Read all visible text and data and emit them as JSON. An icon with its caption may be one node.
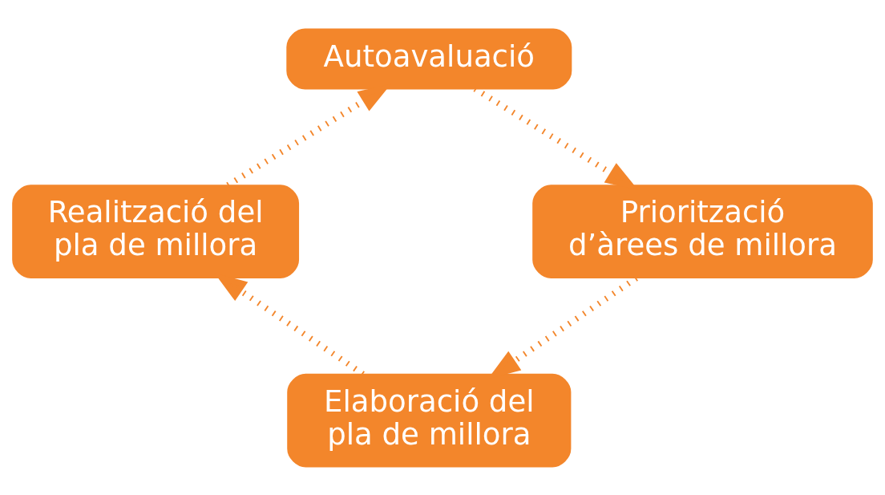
{
  "diagram": {
    "nodes": [
      {
        "text": [
          "Autoavaluació"
        ]
      },
      {
        "text": [
          "Priorització d’àrees de millora"
        ]
      },
      {
        "text": [
          "Elaboració del pla de millora"
        ]
      },
      {
        "text": [
          "Realització del pla de millora"
        ]
      }
    ],
    "edges": [
      {
        "from": 0,
        "to": 1,
        "arrow": "to"
      },
      {
        "from": 1,
        "to": 2,
        "arrow": "to"
      },
      {
        "from": 2,
        "to": 3,
        "arrow": "to"
      },
      {
        "from": 3,
        "to": 0,
        "arrow": "to"
      }
    ]
  }
}
